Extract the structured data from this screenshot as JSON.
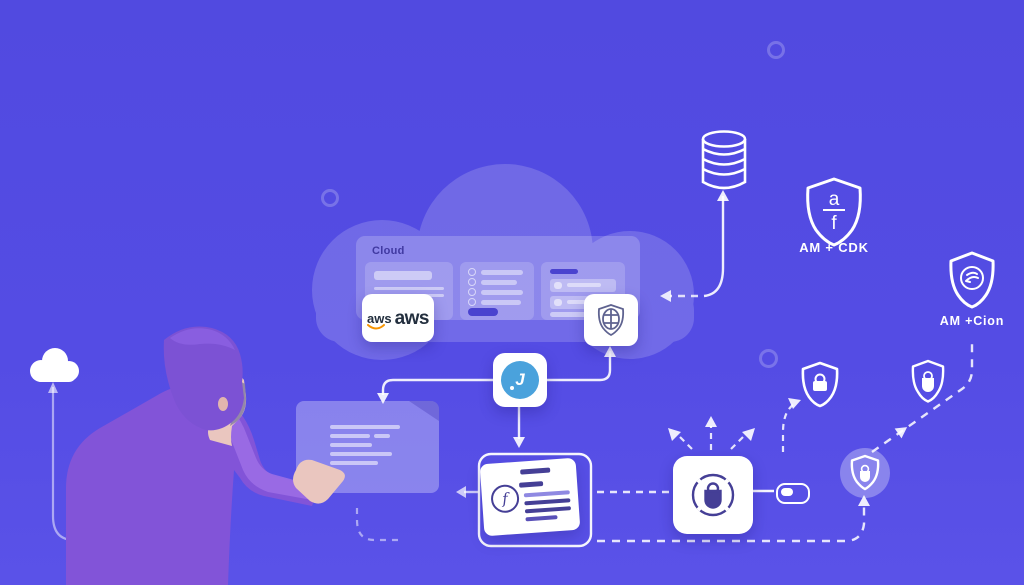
{
  "illustration": {
    "bg_color": "#544CE4",
    "accent_dark": "#453F96",
    "cloud_panel": {
      "title": "Cloud"
    },
    "aws_badge": {
      "logo_text_small": "aws",
      "logo_text_large": "aws",
      "navy": "#232F3E",
      "orange": "#F79400"
    },
    "cdk_shield": {
      "numerator": "a",
      "denominator": "f",
      "label": "AM + CDK"
    },
    "cion_shield": {
      "label": "AM +Cion"
    },
    "j_box": {
      "icon_letter": "J",
      "circle_color": "#4AA2DC"
    },
    "doc_card": {
      "icon_letter": "f"
    }
  }
}
